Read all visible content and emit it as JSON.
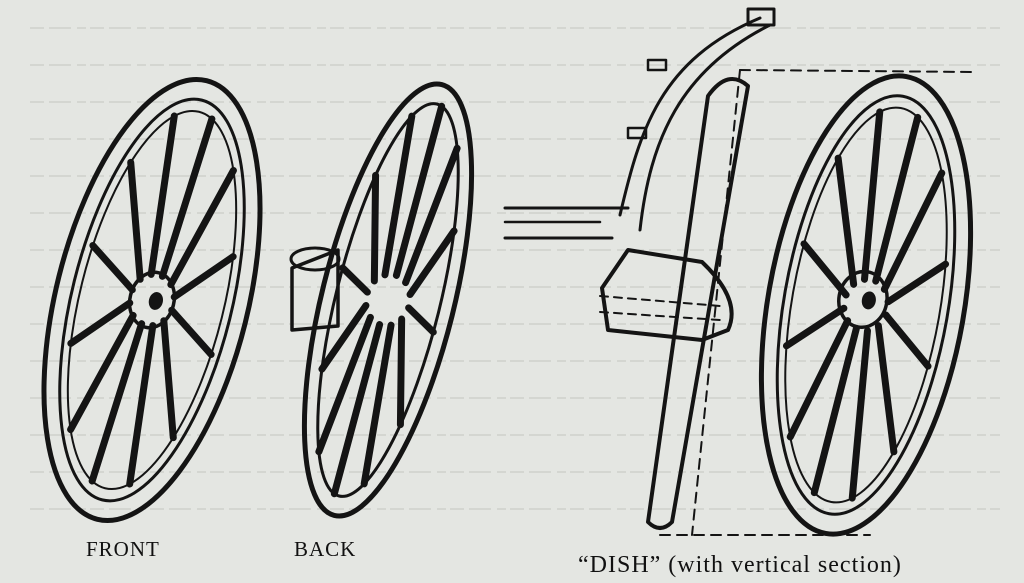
{
  "figure": {
    "ink_color": "#141414",
    "paper_color": "#e4e6e2",
    "labels": {
      "front": "FRONT",
      "back": "BACK",
      "dish": "“DISH” (with vertical section)"
    }
  }
}
